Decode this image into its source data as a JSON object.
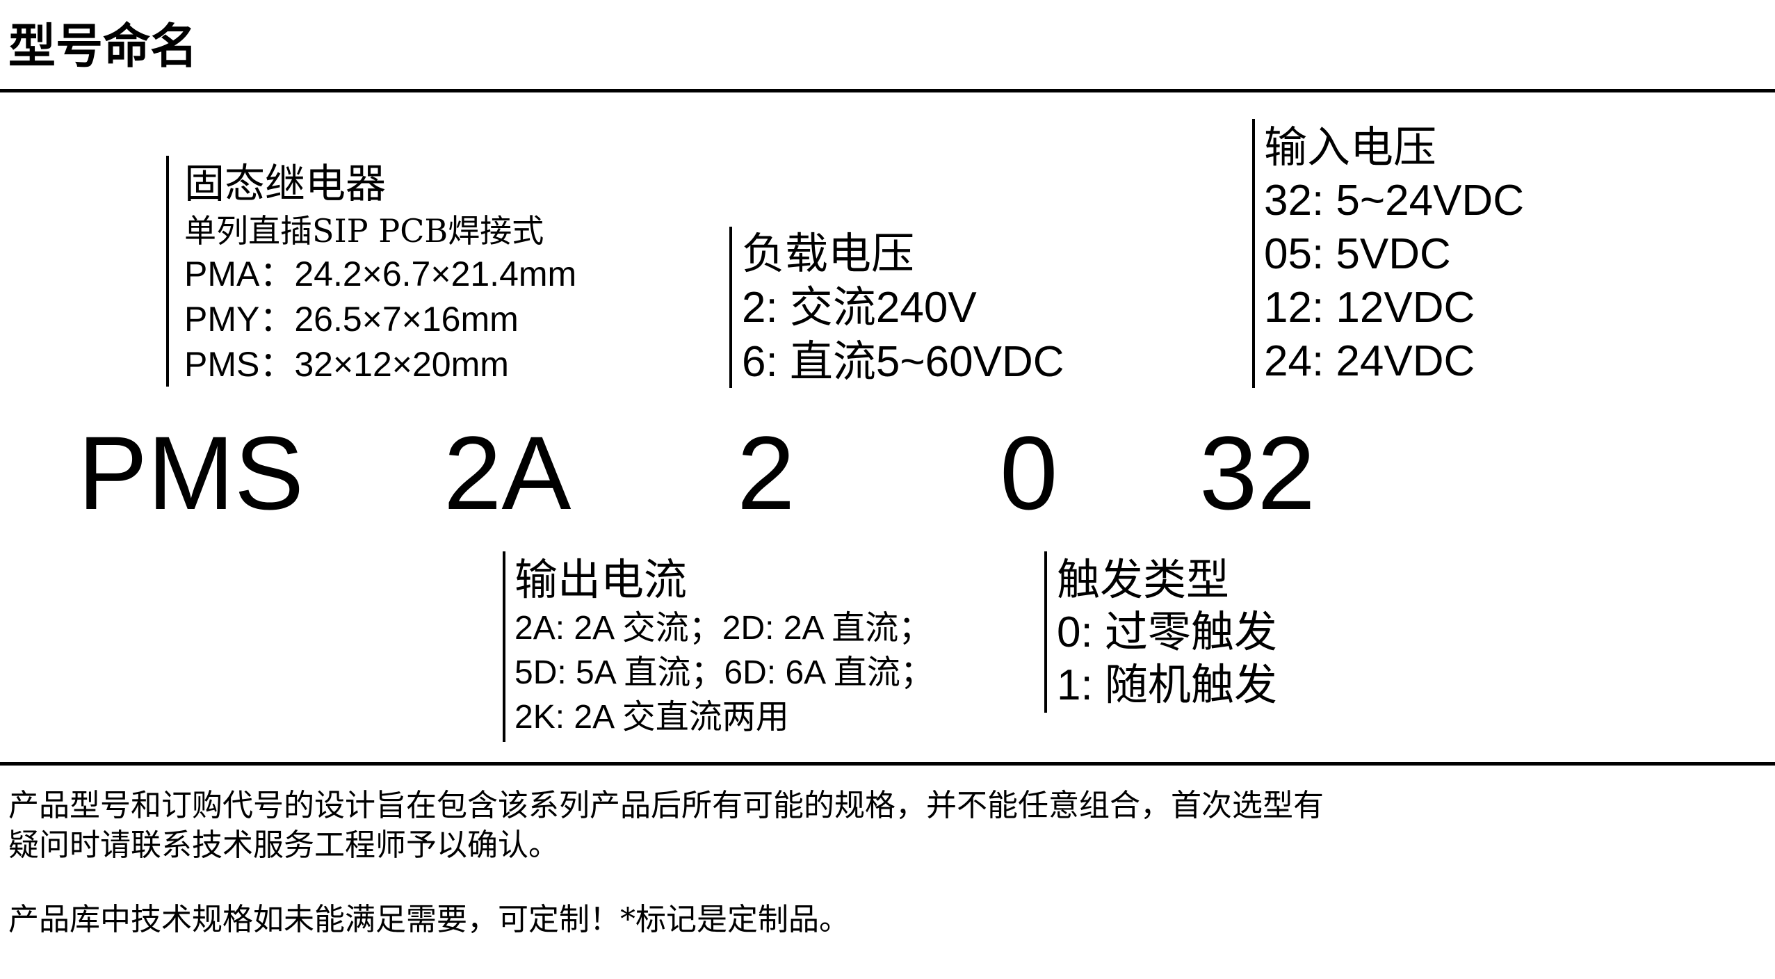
{
  "page": {
    "title": "型号命名"
  },
  "model_code": {
    "parts": [
      "PMS",
      "2A",
      "2",
      "0",
      "32"
    ]
  },
  "sections": {
    "series": {
      "heading": "固态继电器",
      "subheading": "单列直插SIP PCB焊接式",
      "items": [
        "PMA：24.2×6.7×21.4mm",
        "PMY：26.5×7×16mm",
        "PMS：32×12×20mm"
      ]
    },
    "load_voltage": {
      "heading": "负载电压",
      "items": [
        "2: 交流240V",
        "6: 直流5~60VDC"
      ]
    },
    "input_voltage": {
      "heading": "输入电压",
      "items": [
        "32: 5~24VDC",
        "05: 5VDC",
        "12: 12VDC",
        "24: 24VDC"
      ]
    },
    "output_current": {
      "heading": "输出电流",
      "items": [
        "2A: 2A 交流；2D: 2A 直流；",
        "5D: 5A 直流；6D: 6A 直流；",
        "2K: 2A 交直流两用"
      ]
    },
    "trigger_type": {
      "heading": "触发类型",
      "items": [
        "0: 过零触发",
        "1: 随机触发"
      ]
    }
  },
  "notes": {
    "paragraph1_line1": "产品型号和订购代号的设计旨在包含该系列产品后所有可能的规格，并不能任意组合，首次选型有",
    "paragraph1_line2": "疑问时请联系技术服务工程师予以确认。",
    "paragraph2": "产品库中技术规格如未能满足需要，可定制！*标记是定制品。"
  },
  "colors": {
    "text": "#000000",
    "background": "#ffffff",
    "rule": "#000000"
  }
}
